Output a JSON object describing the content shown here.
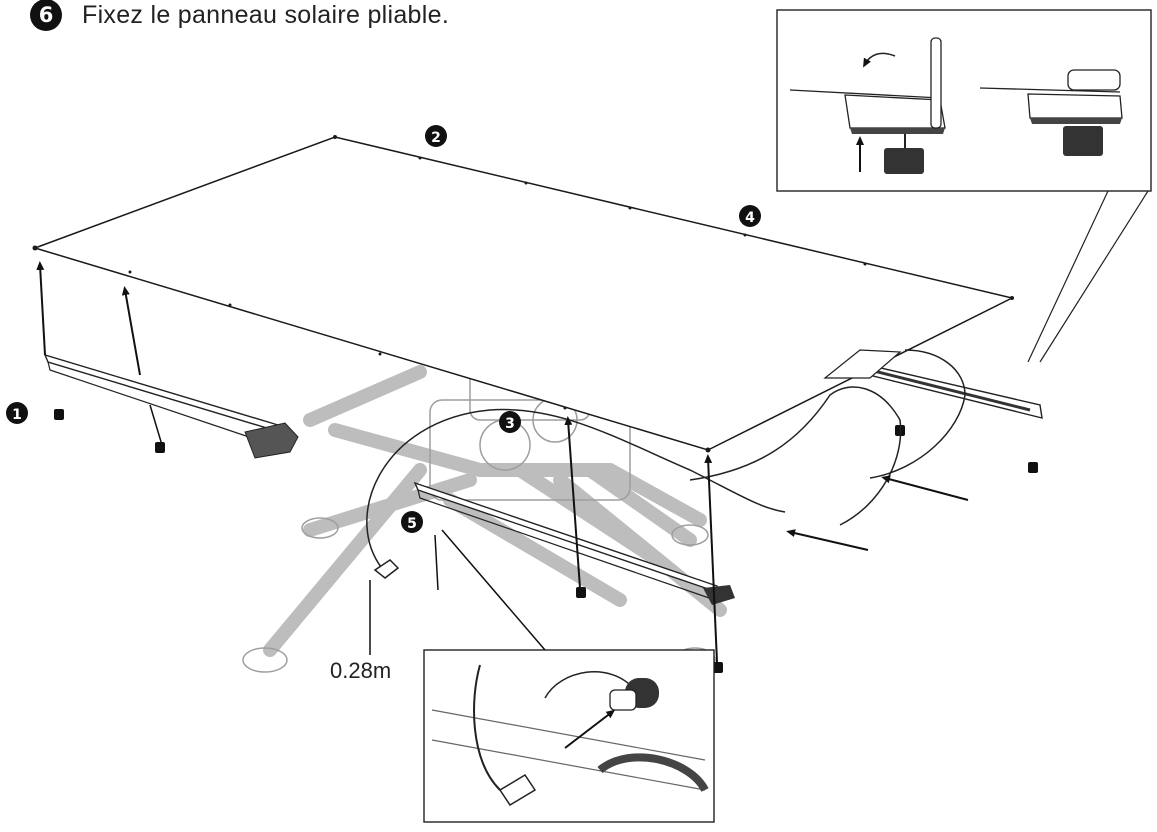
{
  "step": {
    "number": "6",
    "title": "Fixez le panneau solaire pliable."
  },
  "callouts": [
    "1",
    "2",
    "3",
    "4",
    "5"
  ],
  "measurement": "0.28m",
  "icons": {
    "rotate_arrow": "curved-arrow-icon",
    "lift_arrow": "up-arrow-icon",
    "insert_arrow": "left-arrow-icon"
  },
  "colors": {
    "line": "#222222",
    "part": "#bbbbbb",
    "ink": "#111111"
  }
}
